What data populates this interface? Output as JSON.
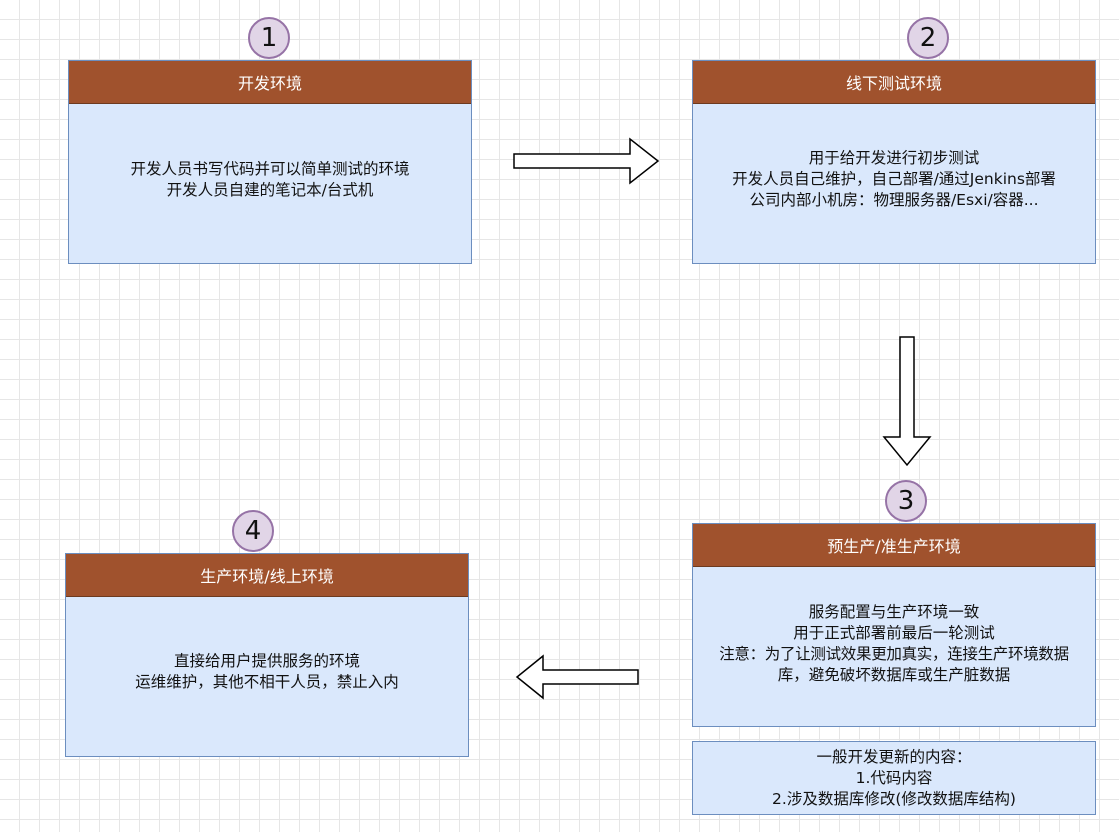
{
  "steps": [
    {
      "number": "1",
      "title": "开发环境",
      "lines": [
        "开发人员书写代码并可以简单测试的环境",
        "开发人员自建的笔记本/台式机"
      ]
    },
    {
      "number": "2",
      "title": "线下测试环境",
      "lines": [
        "用于给开发进行初步测试",
        "开发人员自己维护，自己部署/通过Jenkins部署",
        "公司内部小机房：物理服务器/Esxi/容器..."
      ]
    },
    {
      "number": "3",
      "title": "预生产/准生产环境",
      "lines": [
        "服务配置与生产环境一致",
        "用于正式部署前最后一轮测试",
        "注意：为了让测试效果更加真实，连接生产环境数据",
        "库，避免破坏数据库或生产脏数据"
      ]
    },
    {
      "number": "4",
      "title": "生产环境/线上环境",
      "lines": [
        "直接给用户提供服务的环境",
        "运维维护，其他不相干人员，禁止入内"
      ]
    }
  ],
  "note": {
    "lines": [
      "一般开发更新的内容：",
      "1.代码内容",
      "2.涉及数据库修改(修改数据库结构)"
    ]
  },
  "colors": {
    "header_fill": "#a0522d",
    "body_fill": "#dae8fc",
    "body_stroke": "#6c8ebf",
    "badge_fill": "#e1d5e7",
    "badge_stroke": "#9673a6"
  },
  "icons": [
    "arrow-right-icon",
    "arrow-down-icon",
    "arrow-left-icon"
  ]
}
